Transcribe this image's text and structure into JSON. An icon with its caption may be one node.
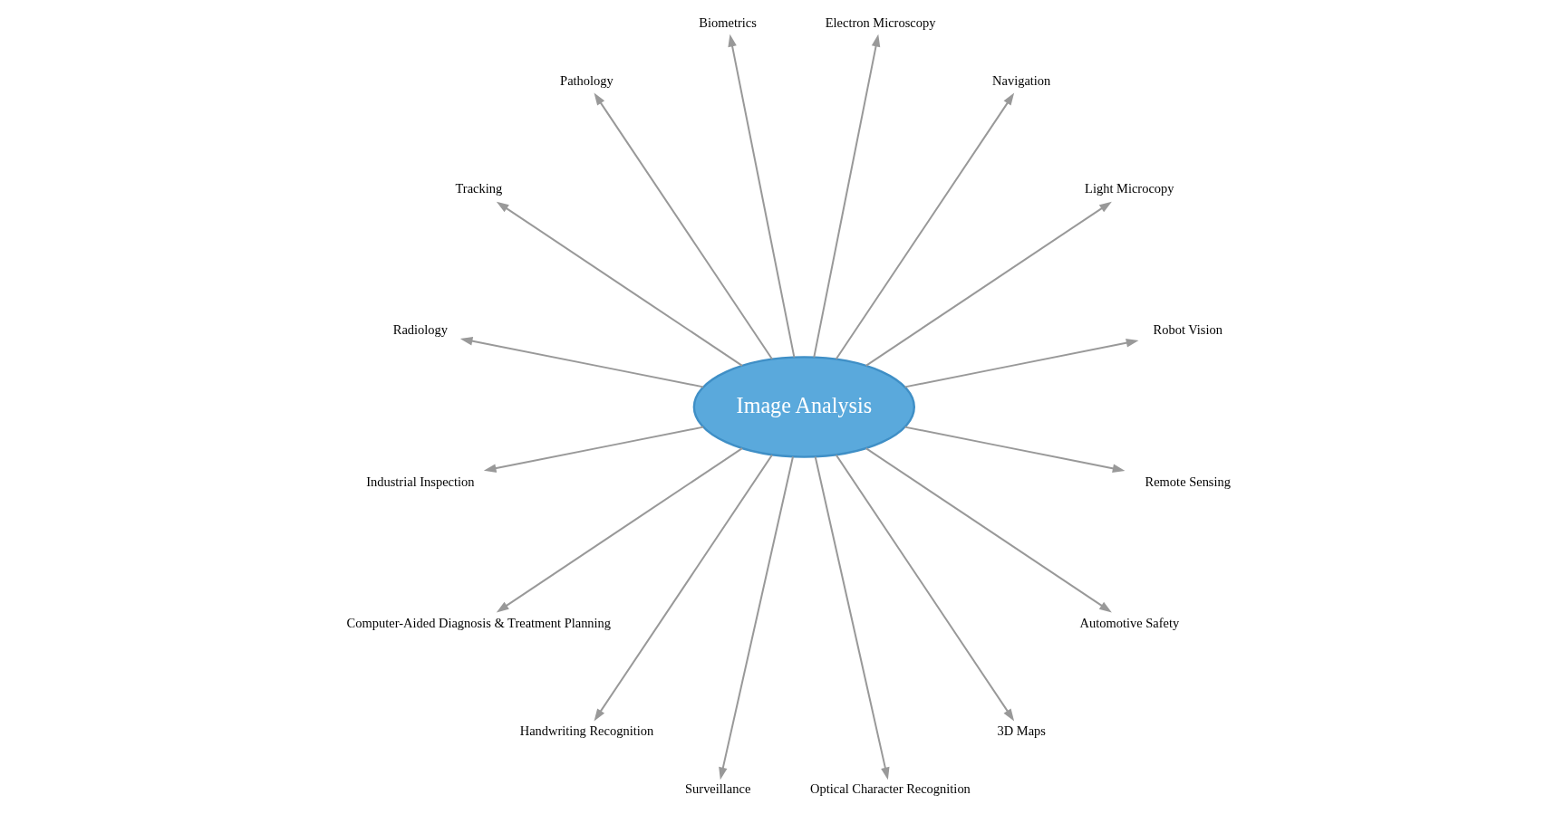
{
  "diagram": {
    "nodes": [
      {
        "text": [
          "Image Analysis"
        ]
      },
      {
        "text": [
          "Robot Vision"
        ]
      },
      {
        "text": [
          "Light Microcopy"
        ]
      },
      {
        "text": [
          "Navigation"
        ]
      },
      {
        "text": [
          "Electron Microscopy"
        ]
      },
      {
        "text": [
          "Biometrics"
        ]
      },
      {
        "text": [
          "Pathology"
        ]
      },
      {
        "text": [
          "Tracking"
        ]
      },
      {
        "text": [
          "Radiology"
        ]
      },
      {
        "text": [
          "Industrial Inspection"
        ]
      },
      {
        "text": [
          "Computer-Aided Diagnosis & Treatment Planning"
        ]
      },
      {
        "text": [
          "Handwriting Recognition"
        ]
      },
      {
        "text": [
          "Surveillance"
        ]
      },
      {
        "text": [
          "Optical Character Recognition"
        ]
      },
      {
        "text": [
          "3D Maps"
        ]
      },
      {
        "text": [
          "Automotive Safety"
        ]
      },
      {
        "text": [
          "Remote Sensing"
        ]
      }
    ],
    "edges": [
      {
        "from": 0,
        "to": 1,
        "arrow": "to"
      },
      {
        "from": 0,
        "to": 2,
        "arrow": "to"
      },
      {
        "from": 0,
        "to": 3,
        "arrow": "to"
      },
      {
        "from": 0,
        "to": 4,
        "arrow": "to"
      },
      {
        "from": 0,
        "to": 5,
        "arrow": "to"
      },
      {
        "from": 0,
        "to": 6,
        "arrow": "to"
      },
      {
        "from": 0,
        "to": 7,
        "arrow": "to"
      },
      {
        "from": 0,
        "to": 8,
        "arrow": "to"
      },
      {
        "from": 0,
        "to": 9,
        "arrow": "to"
      },
      {
        "from": 0,
        "to": 10,
        "arrow": "to"
      },
      {
        "from": 0,
        "to": 11,
        "arrow": "to"
      },
      {
        "from": 0,
        "to": 12,
        "arrow": "to"
      },
      {
        "from": 0,
        "to": 13,
        "arrow": "to"
      },
      {
        "from": 0,
        "to": 14,
        "arrow": "to"
      },
      {
        "from": 0,
        "to": 15,
        "arrow": "to"
      },
      {
        "from": 0,
        "to": 16,
        "arrow": "to"
      }
    ]
  }
}
